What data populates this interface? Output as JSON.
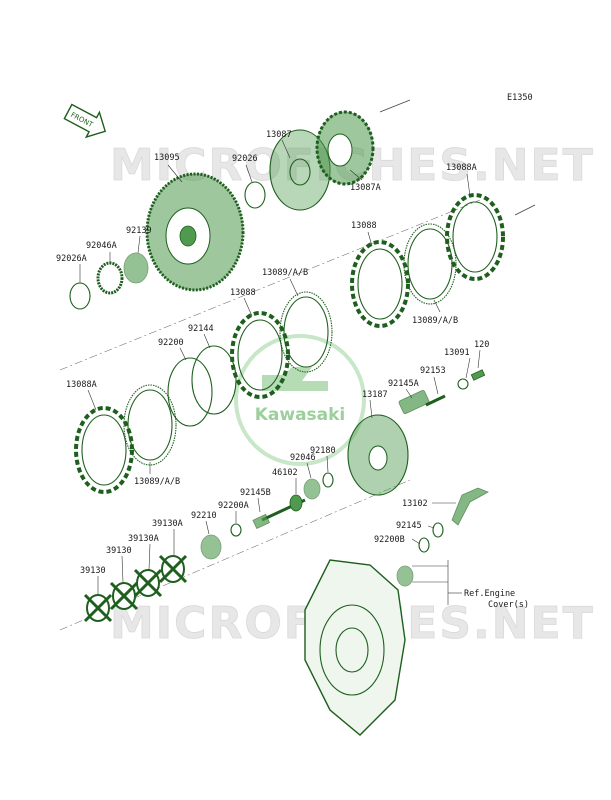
{
  "diagram_code": "E1350",
  "front_label": "FRONT",
  "brand_logo": "Kawasaki",
  "watermark": "MICROFICHES.NET",
  "callouts": [
    {
      "id": "13087",
      "label": "13087"
    },
    {
      "id": "13095",
      "label": "13095"
    },
    {
      "id": "92026",
      "label": "92026"
    },
    {
      "id": "13087A",
      "label": "13087A"
    },
    {
      "id": "13088A-top",
      "label": "13088A"
    },
    {
      "id": "92139",
      "label": "92139"
    },
    {
      "id": "92046A",
      "label": "92046A"
    },
    {
      "id": "92026A",
      "label": "92026A"
    },
    {
      "id": "13088-top",
      "label": "13088"
    },
    {
      "id": "13089-mid",
      "label": "13089/A/B"
    },
    {
      "id": "13089-right",
      "label": "13089/A/B"
    },
    {
      "id": "13088-mid",
      "label": "13088"
    },
    {
      "id": "92144",
      "label": "92144"
    },
    {
      "id": "92200",
      "label": "92200"
    },
    {
      "id": "13091",
      "label": "13091"
    },
    {
      "id": "120",
      "label": "120"
    },
    {
      "id": "92153",
      "label": "92153"
    },
    {
      "id": "92145A",
      "label": "92145A"
    },
    {
      "id": "13187",
      "label": "13187"
    },
    {
      "id": "13088A-left",
      "label": "13088A"
    },
    {
      "id": "13089-left",
      "label": "13089/A/B"
    },
    {
      "id": "92180",
      "label": "92180"
    },
    {
      "id": "92046",
      "label": "92046"
    },
    {
      "id": "46102",
      "label": "46102"
    },
    {
      "id": "92145B",
      "label": "92145B"
    },
    {
      "id": "92200A",
      "label": "92200A"
    },
    {
      "id": "92210",
      "label": "92210"
    },
    {
      "id": "39130A-1",
      "label": "39130A"
    },
    {
      "id": "39130A-2",
      "label": "39130A"
    },
    {
      "id": "39130-1",
      "label": "39130"
    },
    {
      "id": "39130-2",
      "label": "39130"
    },
    {
      "id": "13102",
      "label": "13102"
    },
    {
      "id": "92145",
      "label": "92145"
    },
    {
      "id": "92200B",
      "label": "92200B"
    },
    {
      "id": "ref-engine-1",
      "label": "Ref.Engine"
    },
    {
      "id": "ref-engine-2",
      "label": "Cover(s)"
    }
  ]
}
